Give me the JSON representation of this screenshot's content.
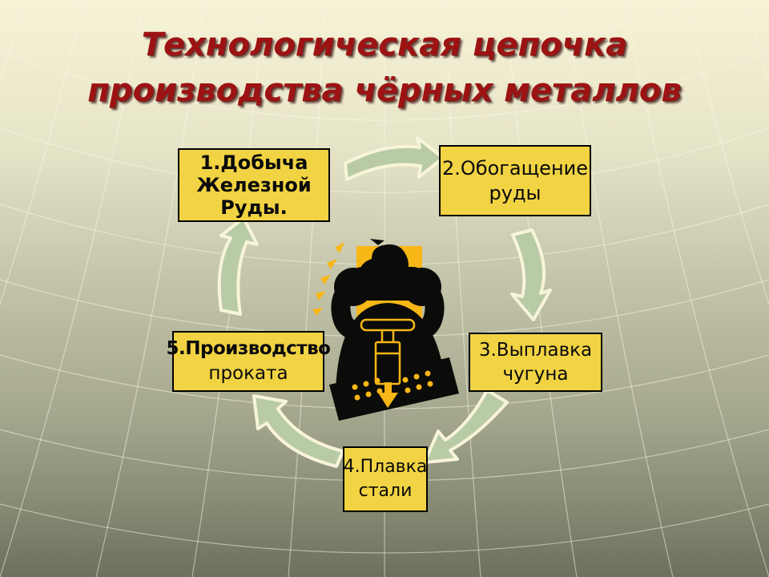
{
  "title": {
    "line1": "Технологическая цепочка",
    "line2": "производства чёрных металлов"
  },
  "diagram": {
    "steps": [
      {
        "order": "1",
        "lines": [
          "1.Добыча",
          "Железной",
          "Руды."
        ]
      },
      {
        "order": "2",
        "lines": [
          "2.Обогащение",
          "руды"
        ]
      },
      {
        "order": "3",
        "lines": [
          "3.Выплавка",
          "чугуна"
        ]
      },
      {
        "order": "4",
        "lines": [
          "4.Плавка",
          "стали"
        ]
      },
      {
        "order": "5",
        "lines": [
          "5.Производство",
          "проката"
        ]
      }
    ],
    "arrows": [
      "1→2",
      "2→3",
      "3→4",
      "4→5",
      "5→1"
    ],
    "center_icon": "worker-with-jackhammer"
  },
  "colors": {
    "title-color": "#9D1313",
    "box-fill": "#F1D343",
    "box-border": "#000000",
    "arrow-fill": "#B9CBA5",
    "arrow-outline": "#F7F4DA",
    "emblem-yellow": "#F8B717",
    "silhouette": "#0B0B09",
    "bg-top": "#F6F2D6",
    "bg-bottom": "#6D705C",
    "grid-line": "rgba(252,250,232,0.5)"
  }
}
